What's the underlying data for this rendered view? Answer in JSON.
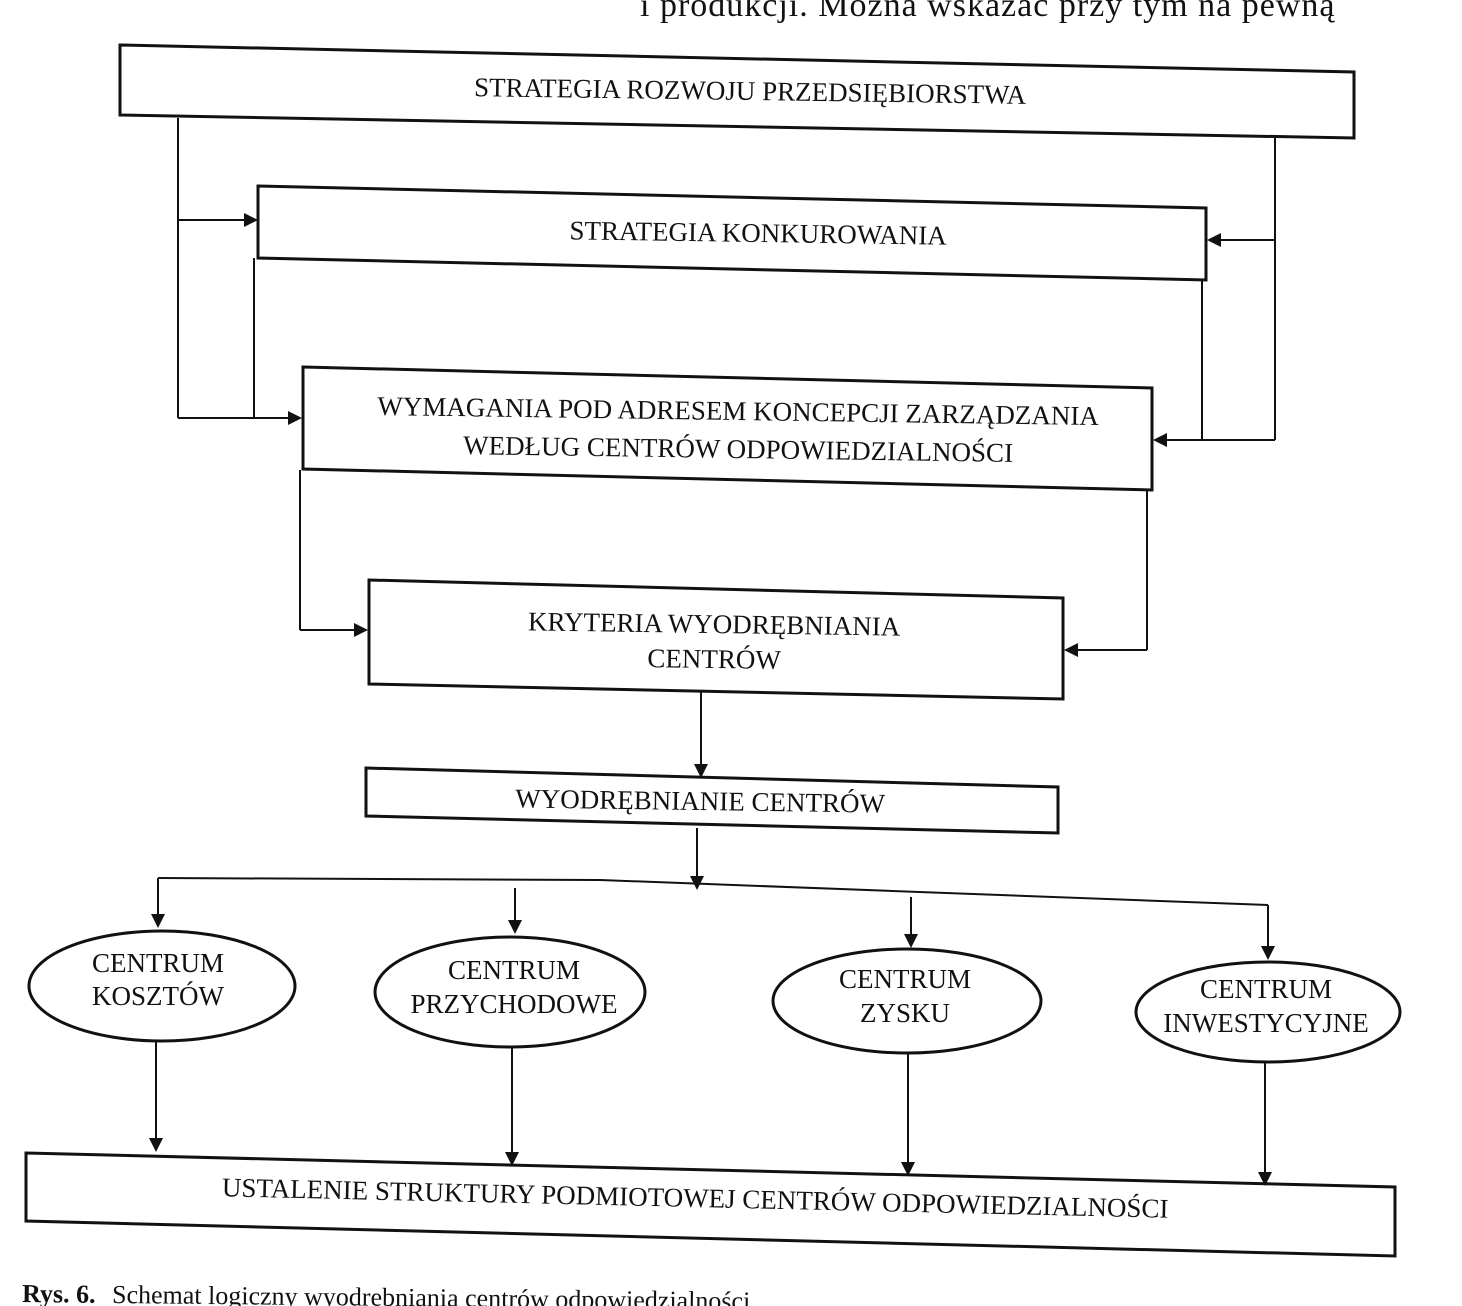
{
  "top_fragment": "i produkcji. Można wskazać przy tym na pewną",
  "boxes": {
    "strategia_rozwoju": "STRATEGIA ROZWOJU PRZEDSIĘBIORSTWA",
    "strategia_konkurowania": "STRATEGIA KONKUROWANIA",
    "wymagania_line1": "WYMAGANIA POD ADRESEM KONCEPCJI ZARZĄDZANIA",
    "wymagania_line2": "WEDŁUG CENTRÓW ODPOWIEDZIALNOŚCI",
    "kryteria_line1": "KRYTERIA WYODRĘBNIANIA",
    "kryteria_line2": "CENTRÓW",
    "wyodrebnianie": "WYODRĘBNIANIE CENTRÓW",
    "ustalenie": "USTALENIE STRUKTURY PODMIOTOWEJ CENTRÓW ODPOWIEDZIALNOŚCI"
  },
  "centers": [
    {
      "line1": "CENTRUM",
      "line2": "KOSZTÓW"
    },
    {
      "line1": "CENTRUM",
      "line2": "PRZYCHODOWE"
    },
    {
      "line1": "CENTRUM",
      "line2": "ZYSKU"
    },
    {
      "line1": "CENTRUM",
      "line2": "INWESTYCYJNE"
    }
  ],
  "caption": {
    "label": "Rys. 6.",
    "text": "Schemat logiczny wyodrębniania centrów odpowiedzialności"
  }
}
